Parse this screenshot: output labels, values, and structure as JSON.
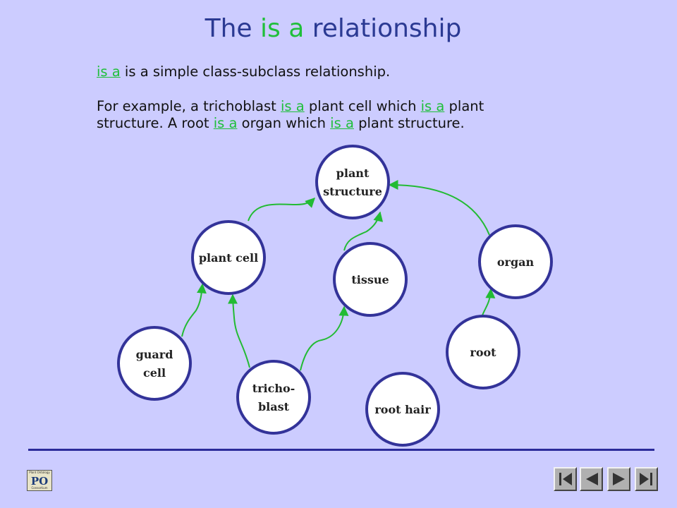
{
  "title": {
    "before": "The ",
    "highlight": "is a",
    "after": " relationship"
  },
  "text": {
    "line1": {
      "link": "is a",
      "rest": " is a simple class-subclass relationship."
    },
    "line2": {
      "a": "For example, a trichoblast ",
      "link1": "is a",
      "b": " plant cell which ",
      "link2": "is a",
      "c": " plant"
    },
    "line3": {
      "a": "structure.  A root ",
      "link1": "is a",
      "b": " organ which ",
      "link2": "is a",
      "c": " plant structure."
    }
  },
  "diagram": {
    "nodes": [
      {
        "id": "plant-structure",
        "lines": [
          "plant",
          "structure"
        ]
      },
      {
        "id": "plant-cell",
        "lines": [
          "plant cell"
        ]
      },
      {
        "id": "tissue",
        "lines": [
          "tissue"
        ]
      },
      {
        "id": "organ",
        "lines": [
          "organ"
        ]
      },
      {
        "id": "guard-cell",
        "lines": [
          "guard",
          "cell"
        ]
      },
      {
        "id": "tricho-blast",
        "lines": [
          "tricho-",
          "blast"
        ]
      },
      {
        "id": "root-hair",
        "lines": [
          "root hair"
        ]
      },
      {
        "id": "root",
        "lines": [
          "root"
        ]
      }
    ],
    "edges": [
      {
        "from": "plant-cell",
        "to": "plant-structure"
      },
      {
        "from": "tissue",
        "to": "plant-structure"
      },
      {
        "from": "organ",
        "to": "plant-structure"
      },
      {
        "from": "guard-cell",
        "to": "plant-cell"
      },
      {
        "from": "tricho-blast",
        "to": "plant-cell"
      },
      {
        "from": "tricho-blast",
        "to": "tissue"
      },
      {
        "from": "root",
        "to": "organ"
      }
    ],
    "colors": {
      "node_border": "#333399",
      "node_fill": "#ffffff",
      "edge": "#22bb33"
    }
  },
  "logo": {
    "tiny": "Plant Ontology",
    "mark": "PO",
    "tiny2": "Consortium"
  },
  "nav": {
    "first": "nav-first-icon",
    "prev": "nav-prev-icon",
    "next": "nav-next-icon",
    "last": "nav-last-icon"
  }
}
